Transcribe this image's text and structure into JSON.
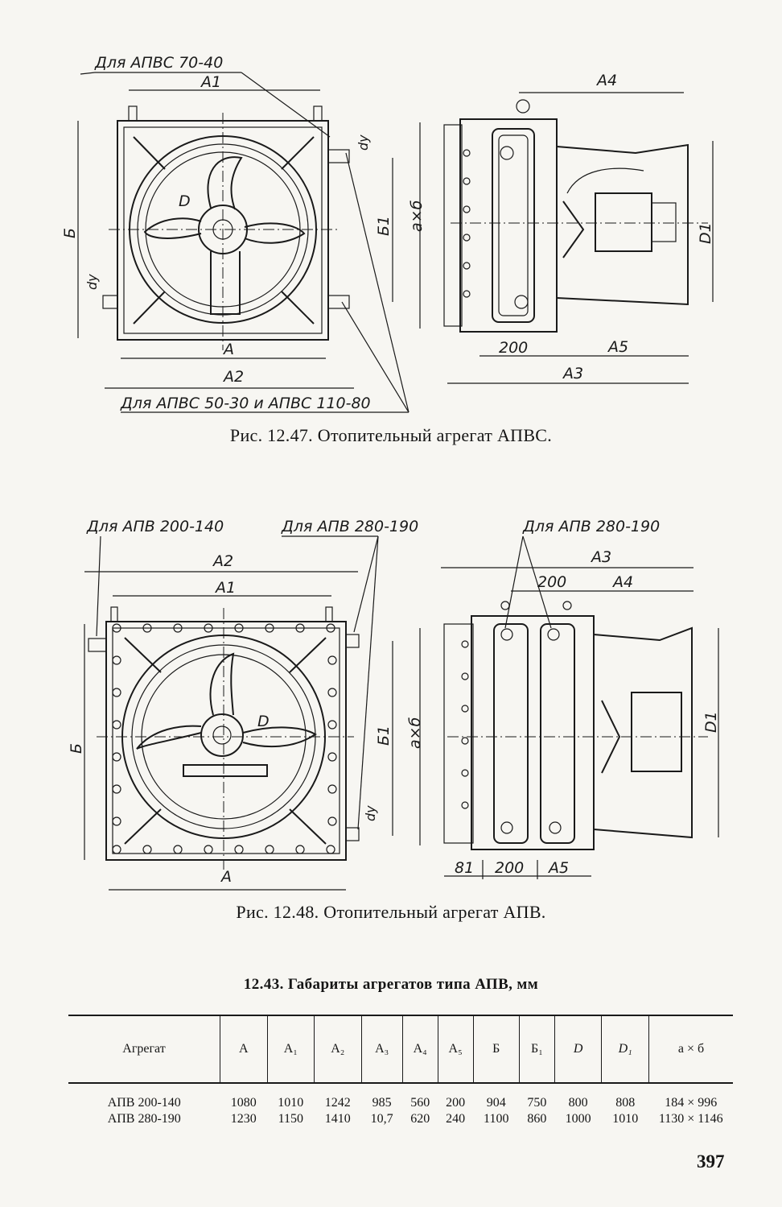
{
  "figure1": {
    "callout_top": "Для АПВС 70-40",
    "callout_bottom": "Для АПВС 50-30 и АПВС 110-80",
    "labels": {
      "A": "А",
      "A1": "А1",
      "A2": "А2",
      "A3": "А3",
      "A4": "А4",
      "A5": "А5",
      "B": "Б",
      "B1": "Б1",
      "D": "D",
      "D1": "D1",
      "dy_top": "dу",
      "dy_bottom": "dу",
      "axb": "а×б",
      "dim200": "200"
    },
    "caption": "Рис. 12.47. Отопительный агрегат АПВС."
  },
  "figure2": {
    "callout_left": "Для АПВ 200-140",
    "callout_mid": "Для АПВ 280-190",
    "callout_right": "Для АПВ 280-190",
    "labels": {
      "A": "А",
      "A1": "А1",
      "A2": "А2",
      "A3": "А3",
      "A4": "А4",
      "A5": "А5",
      "B": "Б",
      "B1": "Б1",
      "D": "D",
      "D1": "D1",
      "dy": "dу",
      "axb": "а×б",
      "dim200_top": "200",
      "dim81": "81",
      "dim200_bottom": "200"
    },
    "caption": "Рис. 12.48. Отопительный агрегат АПВ."
  },
  "table": {
    "title": "12.43. Габариты агрегатов типа АПВ, мм",
    "headers": [
      "Агрегат",
      "А",
      "А₁",
      "А₂",
      "А₃",
      "А₄",
      "А₅",
      "Б",
      "Б₁",
      "D",
      "D₁",
      "а × б"
    ],
    "rows": [
      [
        "АПВ 200-140",
        "1080",
        "1010",
        "1242",
        "985",
        "560",
        "200",
        "904",
        "750",
        "800",
        "808",
        "184 × 996"
      ],
      [
        "АПВ 280-190",
        "1230",
        "1150",
        "1410",
        "10,7",
        "620",
        "240",
        "1100",
        "860",
        "1000",
        "1010",
        "1130 × 1146"
      ]
    ]
  },
  "page_number": "397"
}
